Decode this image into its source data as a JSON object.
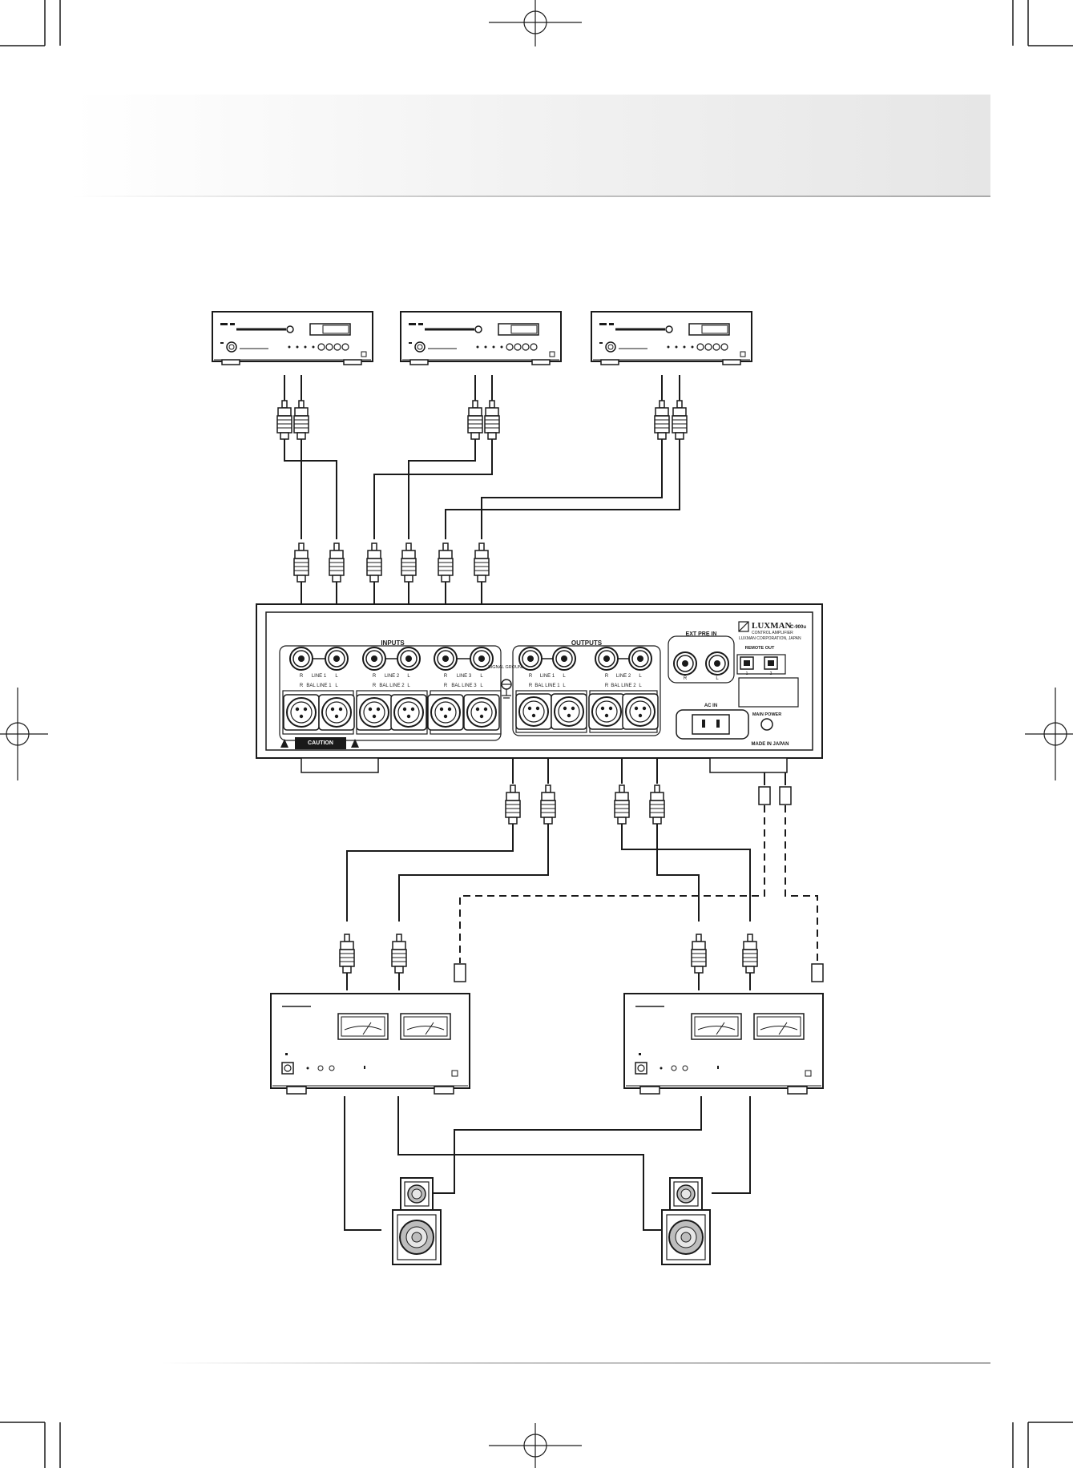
{
  "colors": {
    "line": "#1a1a1a",
    "panel": "#ffffff",
    "caution_bg": "#1a1a1a"
  },
  "amp": {
    "brand": "LUXMAN",
    "model": "C-900u",
    "type": "CONTROL AMPLIFIER",
    "maker": "LUXMAN CORPORATION, JAPAN",
    "inputs_label": "INPUTS",
    "outputs_label": "OUTPUTS",
    "ext_pre_in": "EXT PRE IN",
    "remote_out": "REMOTE OUT",
    "ac_in": "AC IN",
    "main_power": "MAIN POWER",
    "made_in": "MADE IN JAPAN",
    "caution": "CAUTION",
    "signal_ground": "SIGNAL GROUND",
    "line_labels": [
      "LINE 1",
      "LINE 2",
      "LINE 3"
    ],
    "bal_labels": [
      "BAL LINE 1",
      "BAL LINE 2",
      "BAL LINE 3"
    ],
    "output_labels": [
      "LINE 1",
      "LINE 2"
    ],
    "bal_output_labels": [
      "BAL LINE 1",
      "BAL LINE 2"
    ],
    "r": "R",
    "l": "L",
    "remote_nums": [
      "1",
      "2"
    ]
  },
  "icons": [
    "warning-triangle-icon",
    "speaker-icon",
    "rca-plug-icon",
    "xlr-jack-icon",
    "meter-icon"
  ]
}
